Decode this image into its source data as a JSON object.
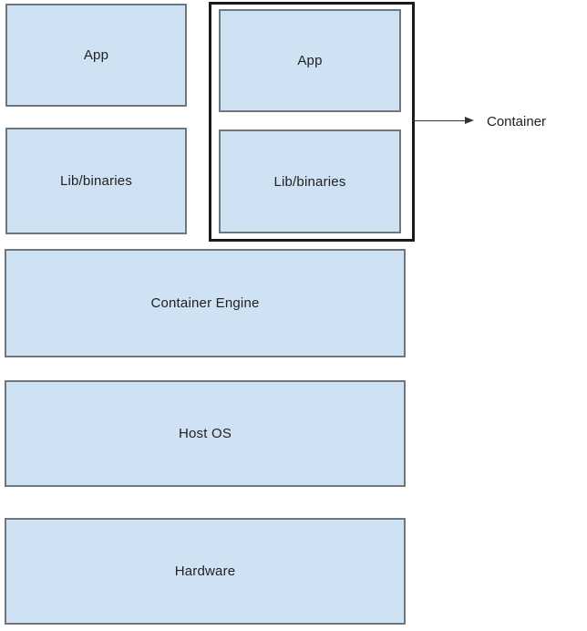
{
  "diagram": {
    "type": "layered-architecture-diagram",
    "boxes": {
      "app_left": "App",
      "lib_left": "Lib/binaries",
      "app_container": "App",
      "lib_container": "Lib/binaries",
      "container_engine": "Container Engine",
      "host_os": "Host OS",
      "hardware": "Hardware"
    },
    "annotation": {
      "label": "Container",
      "arrow_direction": "right"
    },
    "colors": {
      "box_fill": "#cfe2f3",
      "box_border": "#6e767e",
      "container_outline": "#1a1a1a",
      "arrow": "#333333",
      "text": "#212121",
      "background": "#ffffff"
    }
  }
}
